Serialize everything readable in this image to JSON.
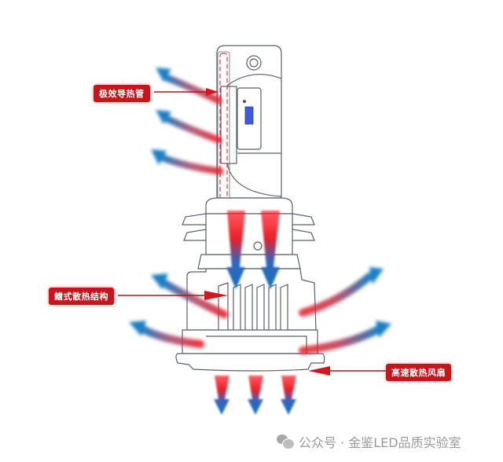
{
  "title": "LED headlight bulb heat dissipation diagram",
  "labels": {
    "heat_pipe": "极效导热管",
    "fin_structure": "鳍式散热结构",
    "fan": "高速散热风扇"
  },
  "colors": {
    "label_bg": "#c8141b",
    "hot_air": "#e8202a",
    "cool_air": "#1f7fc4",
    "outline": "#5a5f6e",
    "chip": "#3f5bd6",
    "watermark": "#9a9a9a"
  },
  "airflow": {
    "upper_left_curved_arrows": 3,
    "downward_arrows_through_base": 2,
    "left_body_curved_arrows": 2,
    "right_body_curved_arrows": 2,
    "bottom_exhaust_arrows": 3
  },
  "watermark": {
    "icon": "wechat-icon",
    "text": "公众号 · 金鉴LED品质实验室"
  }
}
